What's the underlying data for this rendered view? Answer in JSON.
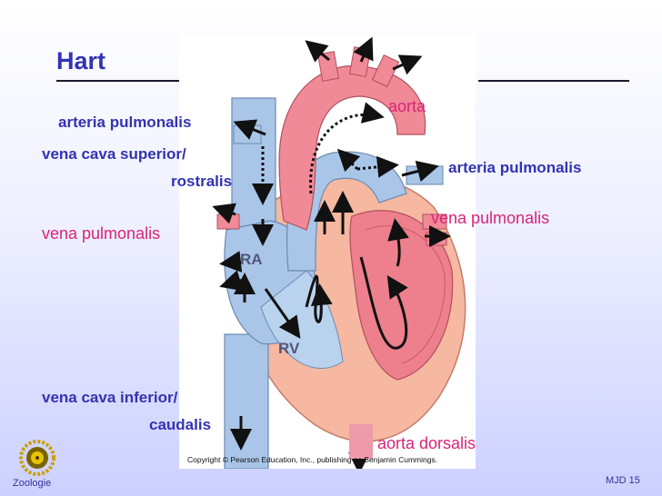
{
  "slide": {
    "title": "Hart",
    "footer_left": "Zoologie",
    "footer_right": "MJD  15",
    "credit": "Copyright © Pearson Education, Inc., publishing as Benjamin Cummings."
  },
  "labels": {
    "aorta": "aorta",
    "arteria_pulmonalis_left": "arteria pulmonalis",
    "arteria_pulmonalis_right": "arteria pulmonalis",
    "vena_cava_superior_line1": "vena cava superior/",
    "vena_cava_superior_line2": "rostralis",
    "vena_pulmonalis_left": "vena pulmonalis",
    "vena_pulmonalis_right": "vena pulmonalis",
    "vena_cava_inferior_line1": "vena cava inferior/",
    "vena_cava_inferior_line2": "caudalis",
    "aorta_dorsalis": "aorta dorsalis",
    "ra": "RA",
    "rv": "RV"
  },
  "colors": {
    "title": "#3333b2",
    "label_blue": "#3333b2",
    "label_red": "#d8247a",
    "vein_blue": "#a9c6e8",
    "artery_red": "#f08a96",
    "muscle": "#f6b8a0"
  },
  "icons": {
    "logo": "zoology-sun-emblem"
  }
}
